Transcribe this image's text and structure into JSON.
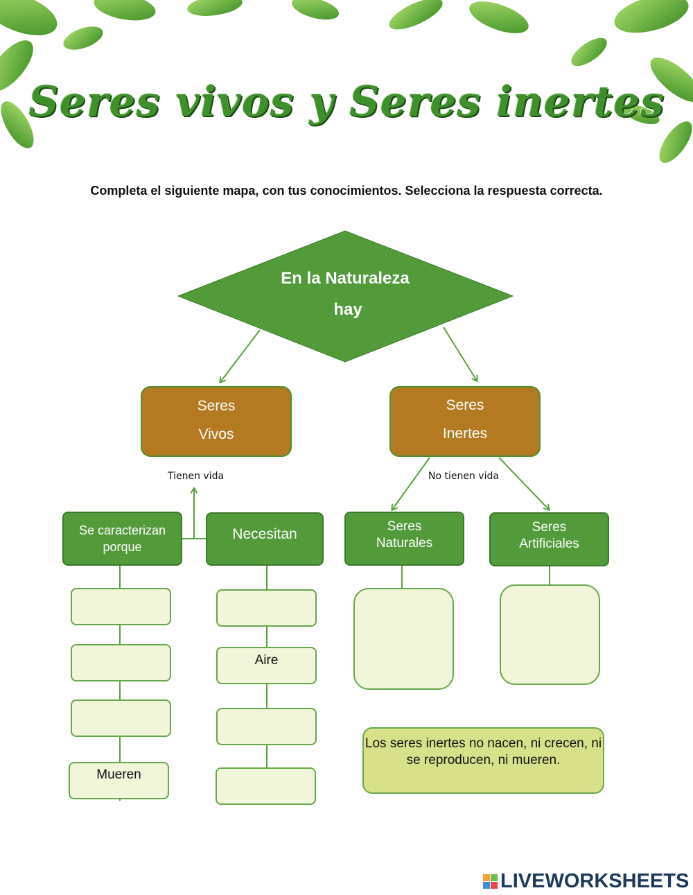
{
  "title": "Seres vivos y Seres inertes",
  "instructions": "Completa el siguiente mapa, con tus conocimientos. Selecciona la respuesta correcta.",
  "diagram": {
    "root": {
      "line1": "En la Naturaleza",
      "line2": "hay"
    },
    "living": {
      "line1": "Seres",
      "line2": "Vivos"
    },
    "inert": {
      "line1": "Seres",
      "line2": "Inertes"
    },
    "living_label": "Tienen vida",
    "inert_label": "No tienen vida",
    "characterized": {
      "line1": "Se caracterizan",
      "line2": "porque"
    },
    "needs": "Necesitan",
    "natural": {
      "line1": "Seres",
      "line2": "Naturales"
    },
    "artificial": {
      "line1": "Seres",
      "line2": "Artificiales"
    },
    "characterized_slots": [
      "",
      "",
      "",
      "Mueren"
    ],
    "needs_slots": [
      "",
      "Aire",
      "",
      ""
    ],
    "natural_slot": "",
    "artificial_slot": "",
    "note": "Los seres inertes no nacen, ni crecen, ni se reproducen, ni mueren."
  },
  "branding": {
    "logo_text": "LIVEWORKSHEETS"
  },
  "colors": {
    "green": "#529a3a",
    "brown": "#b47a22",
    "slot": "#f1f5d9",
    "note": "#d8e08a",
    "leaf": "#5fae3c"
  }
}
